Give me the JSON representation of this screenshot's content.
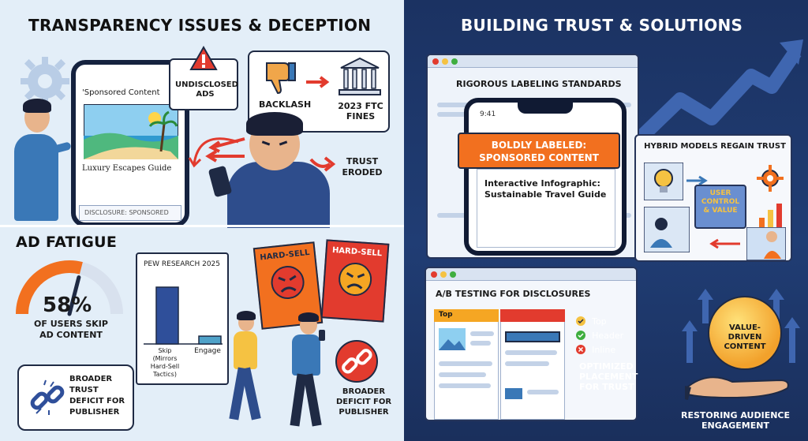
{
  "left": {
    "title": "TRANSPARENCY ISSUES & DECEPTION",
    "phone": {
      "sponsored_label": "'Sponsored Content",
      "post_title": "Luxury Escapes Guide",
      "disclosure": "DISCLOSURE: SPONSORED"
    },
    "undisclosed_ads": "UNDISCLOSED ADS",
    "backlash": "BACKLASH",
    "ftc_fines": "2023 FTC FINES",
    "trust_eroded": "TRUST ERODED",
    "ad_fatigue": {
      "title": "AD FATIGUE",
      "gauge_percent": "58%",
      "gauge_caption": "OF USERS SKIP AD CONTENT",
      "gauge_value": 0.58,
      "chart_title": "PEW RESEARCH 2025",
      "skip_label": "Skip (Mirrors Hard-Sell Tactics)",
      "engage_label": "Engage",
      "hard_sell_1": "HARD-SELL",
      "hard_sell_2": "HARD-SELL",
      "deficit_1": "BROADER TRUST DEFICIT FOR PUBLISHER",
      "deficit_2": "BROADER DEFICIT FOR PUBLISHER"
    }
  },
  "right": {
    "title": "BUILDING TRUST & SOLUTIONS",
    "labeling_title": "RIGOROUS LABELING STANDARDS",
    "phone_time": "9:41",
    "banner": "BOLDLY LABELED: SPONSORED CONTENT",
    "infographic_text": "Interactive Infographic: Sustainable Travel Guide",
    "hybrid_title": "HYBRID MODELS REGAIN TRUST",
    "user_control": "USER CONTROL & VALUE",
    "ab_title": "A/B TESTING FOR DISCLOSURES",
    "ab_tab": "Top",
    "options": [
      "Top",
      "Header",
      "Inline"
    ],
    "optimized": "OPTIMIZED PLACEMENT FOR TRUST",
    "value_driven": "VALUE-DRIVEN CONTENT",
    "restoring": "RESTORING AUDIENCE ENGAGEMENT"
  },
  "chart_data": {
    "type": "bar",
    "title": "PEW RESEARCH 2025",
    "categories": [
      "Skip (Mirrors Hard-Sell Tactics)",
      "Engage"
    ],
    "values": [
      58,
      8
    ]
  },
  "colors": {
    "left_bg": "#e3eef8",
    "right_bg": "#1b3262",
    "accent_orange": "#f2701f",
    "accent_red": "#e23b2e",
    "bar_blue": "#2f4f9a",
    "engage_teal": "#4fa2c9",
    "success_green": "#3fae3f"
  }
}
